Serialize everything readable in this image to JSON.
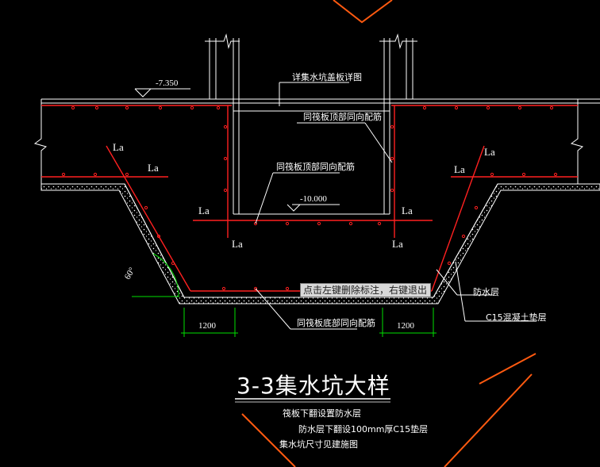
{
  "labels": {
    "elev_top": "-7.350",
    "elev_pit": "-10.000",
    "cover_ref": "详集水坑盖板详图",
    "rebar_a": "同筏板顶部同向配筋",
    "rebar_b": "同筏板顶部同向配筋",
    "rebar_c": "同筏板底部同向配筋",
    "la": "La",
    "angle": "60°",
    "dim_left": "1200",
    "dim_right": "1200",
    "waterproof": "防水层",
    "cushion": "C15混凝土垫层"
  },
  "tooltip": "点击左键删除标注，右键退出",
  "title": "3-3集水坑大样",
  "notes": [
    "筏板下翻设置防水层",
    "防水层下翻设100mm厚C15垫层",
    "集水坑尺寸见建施图"
  ],
  "colors": {
    "background": "#000000",
    "line": "#ffffff",
    "rebar": "#ff2020",
    "highlight": "#ff5a10",
    "dimension": "#00e000"
  }
}
